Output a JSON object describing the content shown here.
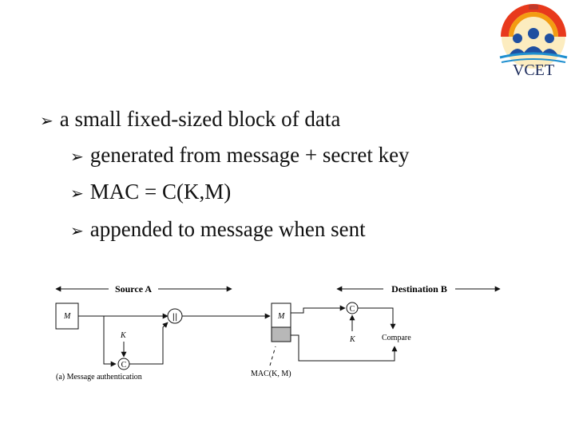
{
  "logo": {
    "text": "VCET",
    "accent": "#e8391c",
    "figures": "#1f4fa0"
  },
  "bullets": {
    "main": "a small fixed-sized block of data",
    "sub": [
      "generated from message + secret key",
      "MAC = C(K,M)",
      "appended to message when sent"
    ]
  },
  "diagram": {
    "source_label": "Source A",
    "dest_label": "Destination B",
    "m_label": "M",
    "c_label": "C",
    "k_label": "K",
    "concat_symbol": "||",
    "compare_label": "Compare",
    "mac_label": "MAC(K, M)",
    "caption": "(a) Message authentication"
  }
}
